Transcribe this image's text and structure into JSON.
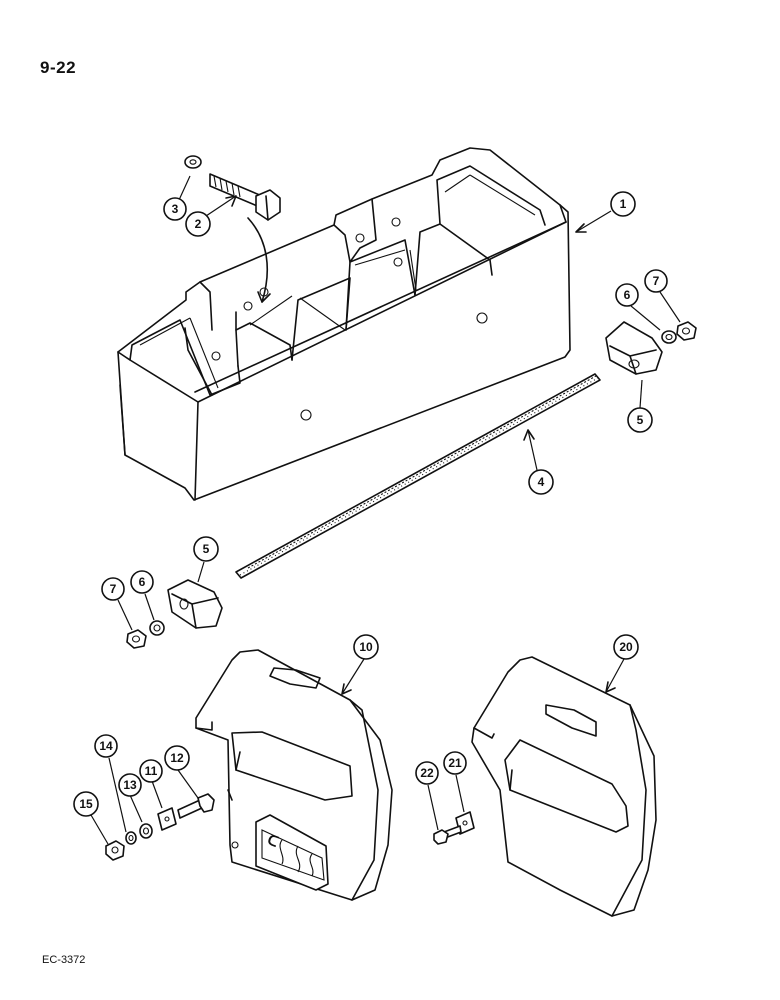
{
  "page": {
    "number": "9-22",
    "code": "EC-3372"
  },
  "callouts": [
    {
      "id": "c1",
      "label": "1"
    },
    {
      "id": "c2",
      "label": "2"
    },
    {
      "id": "c3",
      "label": "3"
    },
    {
      "id": "c4",
      "label": "4"
    },
    {
      "id": "c5a",
      "label": "5"
    },
    {
      "id": "c5b",
      "label": "5"
    },
    {
      "id": "c6a",
      "label": "6"
    },
    {
      "id": "c6b",
      "label": "6"
    },
    {
      "id": "c7a",
      "label": "7"
    },
    {
      "id": "c7b",
      "label": "7"
    },
    {
      "id": "c10",
      "label": "10"
    },
    {
      "id": "c11",
      "label": "11"
    },
    {
      "id": "c12",
      "label": "12"
    },
    {
      "id": "c13",
      "label": "13"
    },
    {
      "id": "c14",
      "label": "14"
    },
    {
      "id": "c15",
      "label": "15"
    },
    {
      "id": "c20",
      "label": "20"
    },
    {
      "id": "c21",
      "label": "21"
    },
    {
      "id": "c22",
      "label": "22"
    }
  ]
}
